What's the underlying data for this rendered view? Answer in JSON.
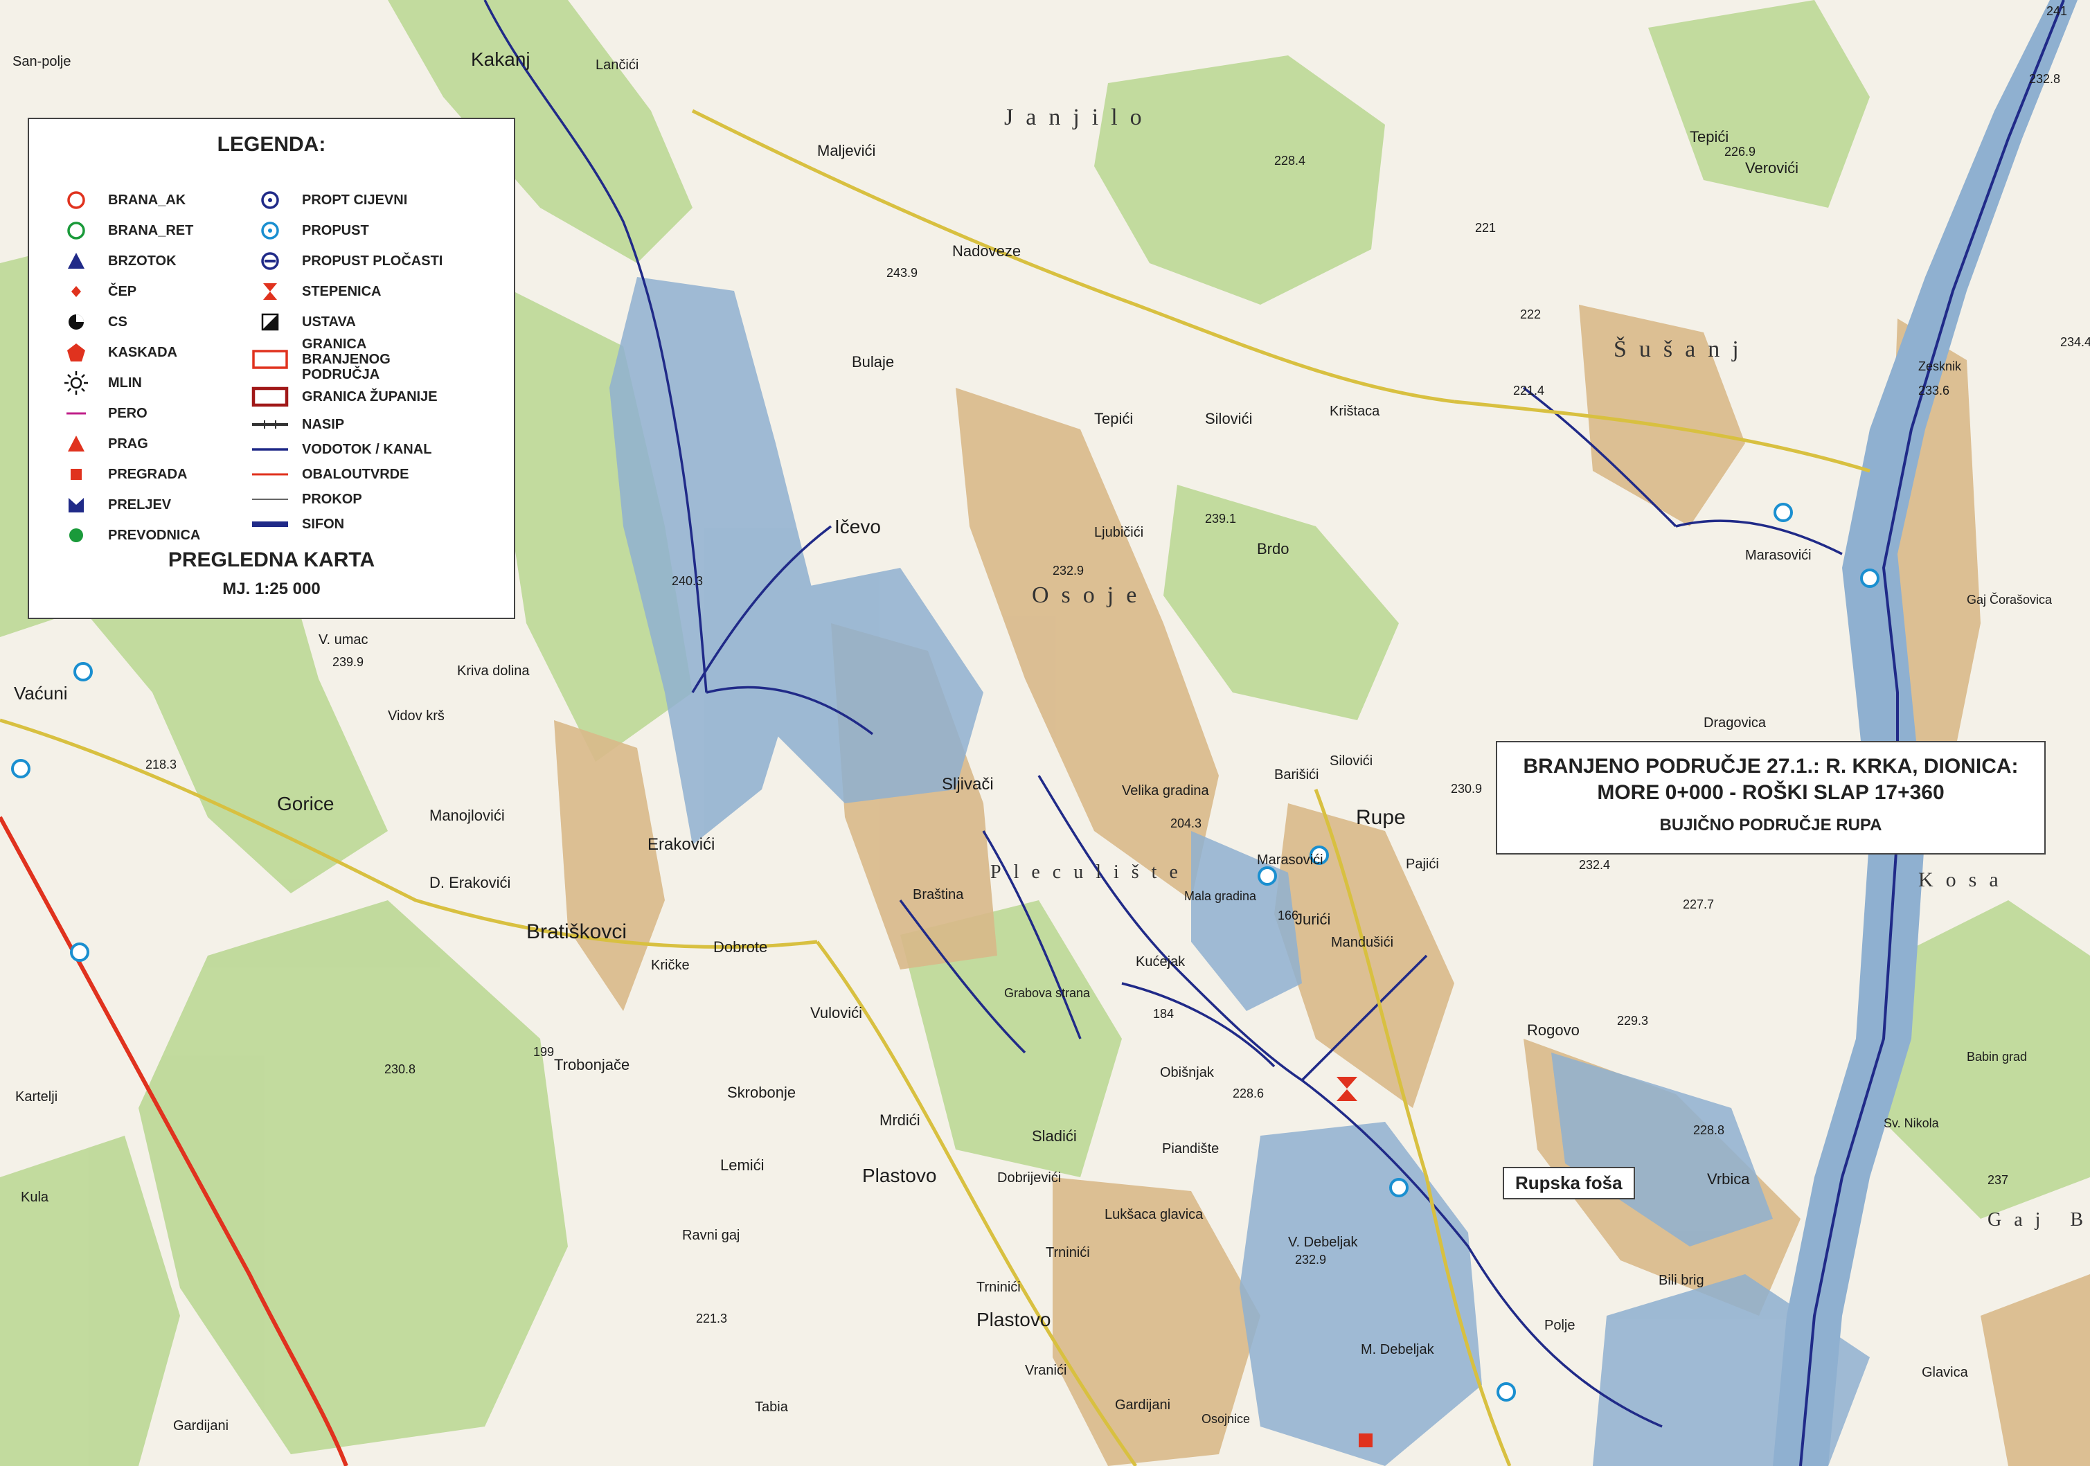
{
  "legend": {
    "title": "LEGENDA:",
    "items_col1": [
      {
        "label": "BRANA_AK",
        "icon": "open-circle-red-icon",
        "color": "#e0321e"
      },
      {
        "label": "BRANA_RET",
        "icon": "open-circle-green-icon",
        "color": "#1a9a3a"
      },
      {
        "label": "BRZOTOK",
        "icon": "triangle-blue-icon",
        "color": "#202a88"
      },
      {
        "label": "ČEP",
        "icon": "diamond-red-icon",
        "color": "#e0321e"
      },
      {
        "label": "CS",
        "icon": "cs-symbol-icon",
        "color": "#111111"
      },
      {
        "label": "KASKADA",
        "icon": "pentagon-red-icon",
        "color": "#e0321e"
      },
      {
        "label": "MLIN",
        "icon": "sun-symbol-icon",
        "color": "#111111"
      },
      {
        "label": "PERO",
        "icon": "short-line-magenta-icon",
        "color": "#c0208a"
      },
      {
        "label": "PRAG",
        "icon": "triangle-red-icon",
        "color": "#e0321e"
      },
      {
        "label": "PREGRADA",
        "icon": "square-red-icon",
        "color": "#e0321e"
      },
      {
        "label": "PRELJEV",
        "icon": "notch-blue-icon",
        "color": "#202a88"
      },
      {
        "label": "PREVODNICA",
        "icon": "circle-green-icon",
        "color": "#1a9a3a"
      }
    ],
    "items_col2": [
      {
        "label": "PROPT CIJEVNI",
        "icon": "dot-ring-navy-icon",
        "color": "#202a88"
      },
      {
        "label": "PROPUST",
        "icon": "dot-ring-cyan-icon",
        "color": "#1a8fd0"
      },
      {
        "label": "PROPUST PLOČASTI",
        "icon": "bar-ring-navy-icon",
        "color": "#202a88"
      },
      {
        "label": "STEPENICA",
        "icon": "hourglass-red-icon",
        "color": "#e0321e"
      },
      {
        "label": "USTAVA",
        "icon": "half-square-icon",
        "color": "#111111"
      },
      {
        "label": "GRANICA BRANJENOG PODRUČJA",
        "icon": "rect-outline-red-icon",
        "color": "#e0321e"
      },
      {
        "label": "GRANICA ŽUPANIJE",
        "icon": "rect-outline-darkred-icon",
        "color": "#a01818"
      },
      {
        "label": "NASIP",
        "icon": "dash-line-icon",
        "color": "#333333"
      },
      {
        "label": "VODOTOK / KANAL",
        "icon": "line-navy-icon",
        "color": "#202a88"
      },
      {
        "label": "OBALOUTVRDE",
        "icon": "line-red-icon",
        "color": "#e0321e"
      },
      {
        "label": "PROKOP",
        "icon": "thin-line-icon",
        "color": "#333333"
      },
      {
        "label": "SIFON",
        "icon": "thick-line-navy-icon",
        "color": "#202a88"
      }
    ],
    "footer_title": "PREGLEDNA KARTA",
    "footer_scale": "MJ. 1:25 000"
  },
  "title_box": {
    "line1": "BRANJENO PODRUČJE 27.1.: R. KRKA, DIONICA:",
    "line2": "MORE 0+000 - ROŠKI SLAP 17+360",
    "subtitle": "BUJIČNO PODRUČJE RUPA"
  },
  "callout": "Rupska foša",
  "place_names": {
    "kakanj": "Kakanj",
    "lancici": "Lančići",
    "janjilo": "Janjilo",
    "maljevici": "Maljevići",
    "tepici_n": "Tepići",
    "verovici": "Verovići",
    "nadoveze": "Nadoveze",
    "bulaje": "Bulaje",
    "tepici": "Tepići",
    "silovici": "Silovići",
    "kristaca": "Krištaca",
    "susanj": "Šušanj",
    "zesknik": "Zesknik",
    "icevo": "Ičevo",
    "ljubicici": "Ljubičići",
    "brdo": "Brdo",
    "marasovici_e": "Marasovići",
    "gaj_corasovica": "Gaj Čorašovica",
    "dragovica": "Dragovica",
    "vacuni": "Vaćuni",
    "gorice": "Gorice",
    "manojlovici": "Manojlovići",
    "vidov_krs": "Vidov krš",
    "v_umac": "V. umac",
    "erakovici": "Erakovići",
    "d_erakovici": "D. Erakovići",
    "bratiskovci": "Bratiškovci",
    "kricke": "Kričke",
    "dobrote": "Dobrote",
    "vulovici": "Vulovići",
    "sljivaci": "Sljivači",
    "pleculiste": "Pleculište",
    "brastina": "Braština",
    "velika_gradina": "Velika gradina",
    "mala_gradina": "Mala gradina",
    "silovici_s": "Silovići",
    "barisici": "Barišići",
    "rupe": "Rupe",
    "marasovici": "Marasovići",
    "pajici": "Pajići",
    "jurici": "Jurići",
    "mandusici": "Mandušići",
    "kucejak": "Kućejak",
    "obisnjak": "Obišnjak",
    "grabova_strana": "Grabova strana",
    "rogovo": "Rogovo",
    "trobonjace": "Trobonjače",
    "skrobonje": "Skrobonje",
    "lemici": "Lemići",
    "mrdici": "Mrdići",
    "sladici": "Sladići",
    "plastovo": "Plastovo",
    "dobrijevici": "Dobrijevići",
    "luksaca_glavica": "Lukšaca glavica",
    "piandiste": "Piandište",
    "v_debeljak": "V. Debeljak",
    "m_debeljak": "M. Debeljak",
    "trninici": "Trninići",
    "trninici_s": "Trninići",
    "plastovo_s": "Plastovo",
    "vranici": "Vranići",
    "gardijani": "Gardijani",
    "gardijani_w": "Gardijani",
    "kula": "Kula",
    "kartelji": "Kartelji",
    "bili_brig": "Bili brig",
    "vrbica": "Vrbica",
    "polje": "Polje",
    "glavica": "Glavica",
    "gaj_brisi": "Gaj  Briš",
    "sv_nikola": "Sv. Nikola",
    "babin_grad": "Babin grad",
    "tabia": "Tabia",
    "ravni_gaj": "Ravni gaj",
    "san_polje": "San-polje",
    "osojnice": "Osojnice",
    "kriva_dolina": "Kriva dolina",
    "osoje": "Osoje",
    "kosa": "Kosa"
  },
  "elevations": [
    "232.8",
    "226.9",
    "241",
    "228.4",
    "243.9",
    "221",
    "222",
    "221.4",
    "233.6",
    "234.4",
    "239.1",
    "232.9",
    "240.3",
    "239.9",
    "218.3",
    "204.3",
    "166",
    "230.9",
    "232.4",
    "227.7",
    "229.3",
    "228.6",
    "184",
    "230.8",
    "232.9",
    "199",
    "221.3",
    "228.8",
    "237"
  ],
  "colors": {
    "paper": "#f4f1e8",
    "forest": "#bfd99a",
    "karst": "#d9b98a",
    "flood": "#8fb0d0",
    "river": "#4a7fc0",
    "stream": "#202a88",
    "road_main": "#e0321e",
    "road_local": "#d8c040"
  }
}
